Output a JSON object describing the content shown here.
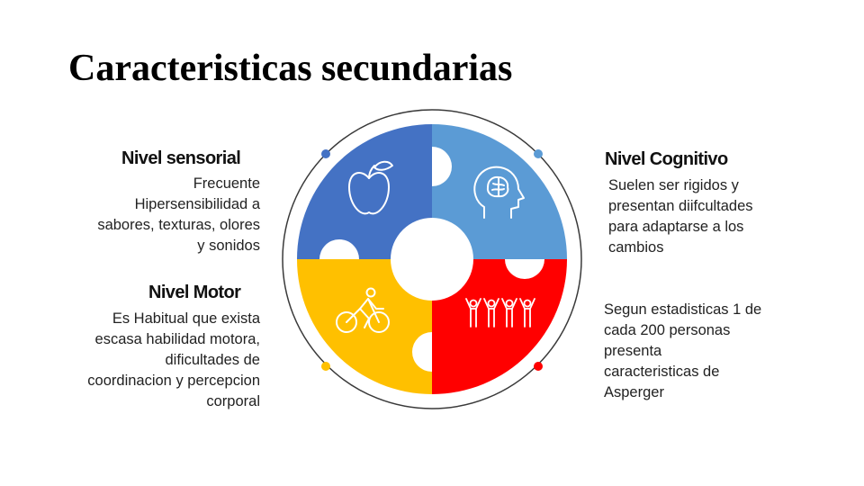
{
  "title": "Caracteristicas secundarias",
  "colors": {
    "blue": "#4472C4",
    "light_blue": "#5B9BD5",
    "yellow": "#FFC000",
    "red": "#FF0000",
    "ring": "#3a3a3a",
    "icon": "#ffffff"
  },
  "sections": {
    "sensorial": {
      "heading": "Nivel sensorial",
      "lines": [
        "Frecuente",
        "Hipersensibilidad a",
        "sabores, texturas, olores",
        "y sonidos"
      ],
      "icon": "apple-icon"
    },
    "cognitivo": {
      "heading": "Nivel Cognitivo",
      "lines": [
        "Suelen ser rigidos y",
        "presentan diifcultades",
        "para adaptarse a los",
        "cambios"
      ],
      "icon": "brain-head-icon"
    },
    "motor": {
      "heading": "Nivel Motor",
      "lines": [
        "Es Habitual que exista",
        "escasa habilidad motora,",
        "dificultades de",
        "coordinacion y percepcion",
        "corporal"
      ],
      "icon": "cyclist-icon"
    },
    "estadistica": {
      "lines": [
        "Segun estadisticas 1 de",
        "cada 200 personas",
        "presenta",
        "caracteristicas de",
        "Asperger"
      ],
      "icon": "people-group-icon"
    }
  }
}
